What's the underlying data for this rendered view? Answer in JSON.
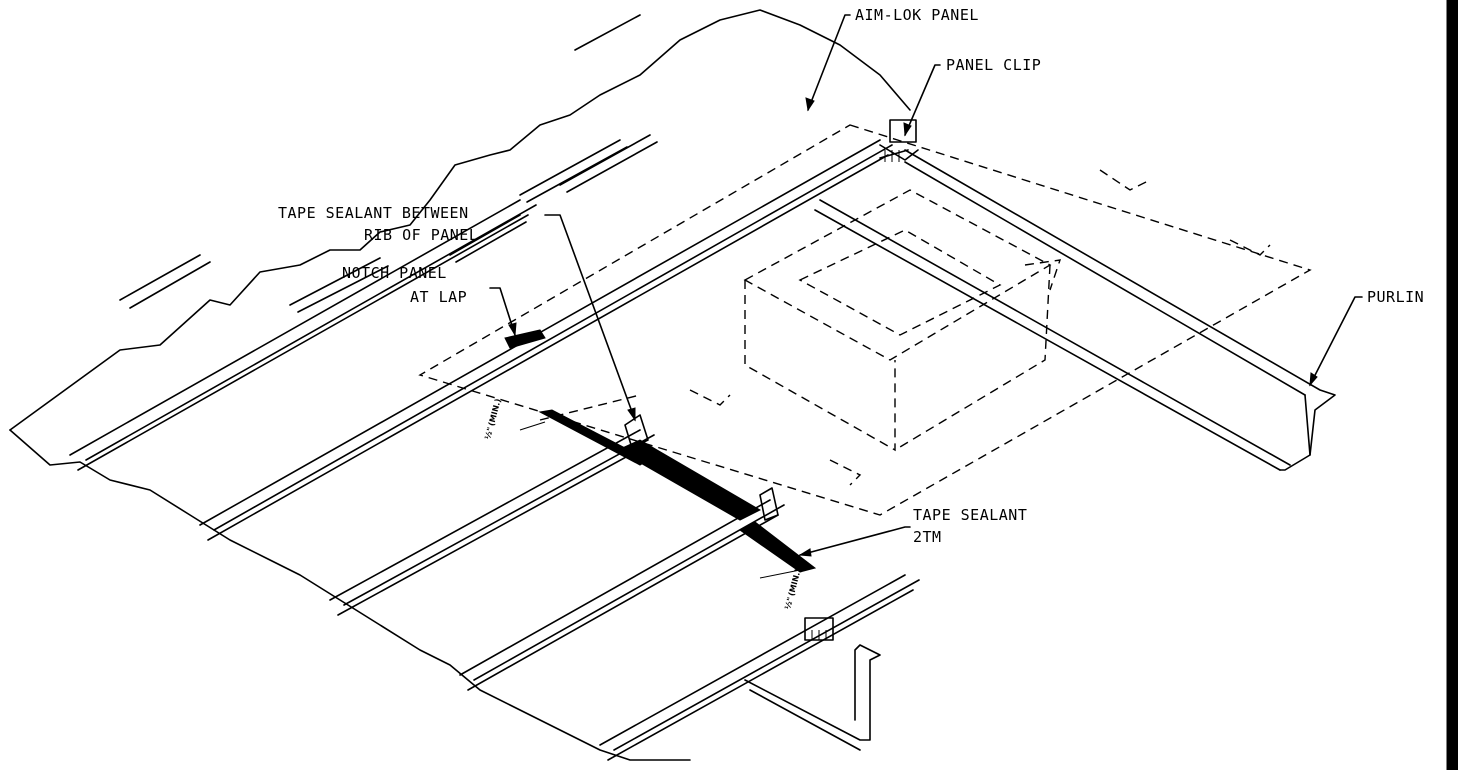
{
  "labels": {
    "aim_lok_panel": "AIM-LOK PANEL",
    "panel_clip": "PANEL CLIP",
    "tape_between_1": "TAPE  SEALANT  BETWEEN",
    "tape_between_2": "RIB  OF  PANEL",
    "notch_1": "NOTCH  PANEL",
    "notch_2": "AT  LAP",
    "purlin": "PURLIN",
    "tape_2tm_1": "TAPE  SEALANT",
    "tape_2tm_2": "2TM",
    "min_left_a": "½\"",
    "min_left_b": "(MIN.)",
    "min_right_a": "½\"",
    "min_right_b": "(MIN.)"
  },
  "colors": {
    "ink": "#000000",
    "paper": "#ffffff"
  }
}
